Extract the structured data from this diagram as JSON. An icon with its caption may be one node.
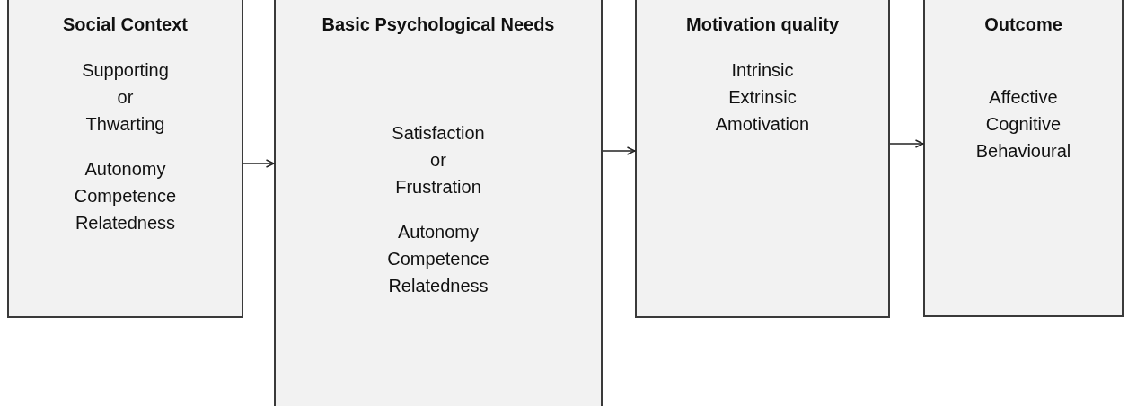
{
  "diagram": {
    "nodes": [
      {
        "text": [
          "Social Context",
          "Supporting or Thwarting",
          "Autonomy Competence Relatedness"
        ]
      },
      {
        "text": [
          "Basic Psychological Needs",
          "Satisfaction or Frustration",
          "Autonomy Competence Relatedness"
        ]
      },
      {
        "text": [
          "Motivation quality",
          "Intrinsic Extrinsic Amotivation"
        ]
      },
      {
        "text": [
          "Outcome",
          "Affective Cognitive Behavioural"
        ]
      }
    ],
    "edges": [
      {
        "from": 0,
        "to": 1,
        "arrow": "to"
      },
      {
        "from": 1,
        "to": 2,
        "arrow": "to"
      },
      {
        "from": 2,
        "to": 3,
        "arrow": "to"
      }
    ]
  }
}
